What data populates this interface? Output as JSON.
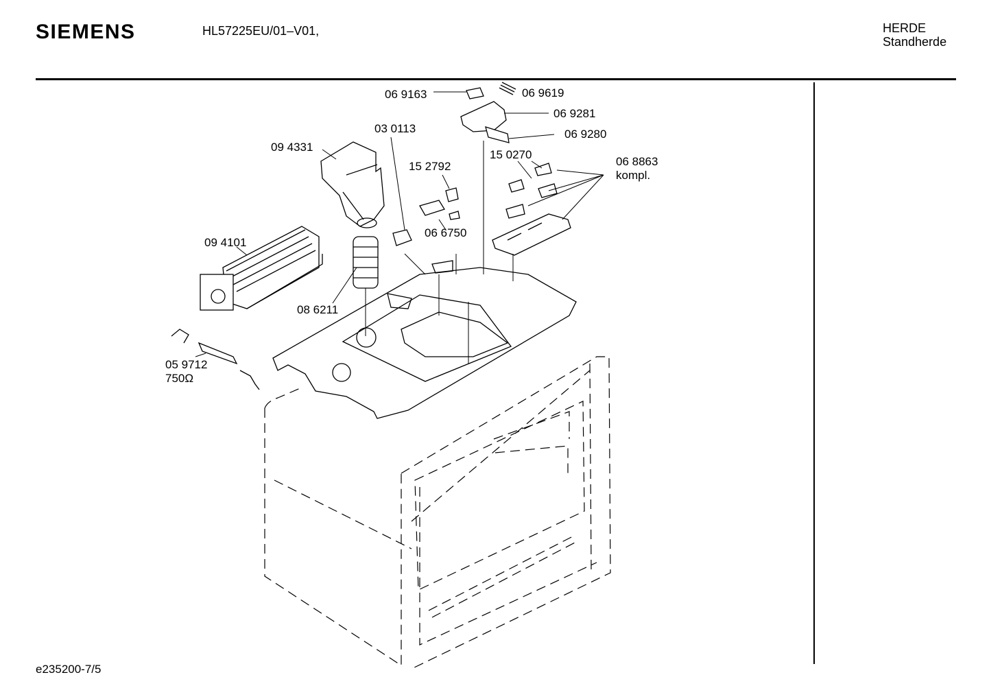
{
  "header": {
    "brand": "SIEMENS",
    "model": "HL57225EU/01–V01,",
    "category": "HERDE",
    "subcategory": "Standherde"
  },
  "footer": {
    "drawing_id": "e235200-7/5"
  },
  "parts": [
    {
      "id": "p-069163",
      "number": "06 9163"
    },
    {
      "id": "p-069619",
      "number": "06 9619"
    },
    {
      "id": "p-069281",
      "number": "06 9281"
    },
    {
      "id": "p-069280",
      "number": "06 9280"
    },
    {
      "id": "p-030113",
      "number": "03 0113"
    },
    {
      "id": "p-094331",
      "number": "09 4331"
    },
    {
      "id": "p-152792",
      "number": "15 2792"
    },
    {
      "id": "p-150270",
      "number": "15 0270"
    },
    {
      "id": "p-068863",
      "number": "06 8863",
      "note": "kompl."
    },
    {
      "id": "p-066750",
      "number": "06 6750"
    },
    {
      "id": "p-094101",
      "number": "09 4101"
    },
    {
      "id": "p-086211",
      "number": "08 6211"
    },
    {
      "id": "p-059712",
      "number": "05 9712",
      "note": "750Ω"
    }
  ]
}
